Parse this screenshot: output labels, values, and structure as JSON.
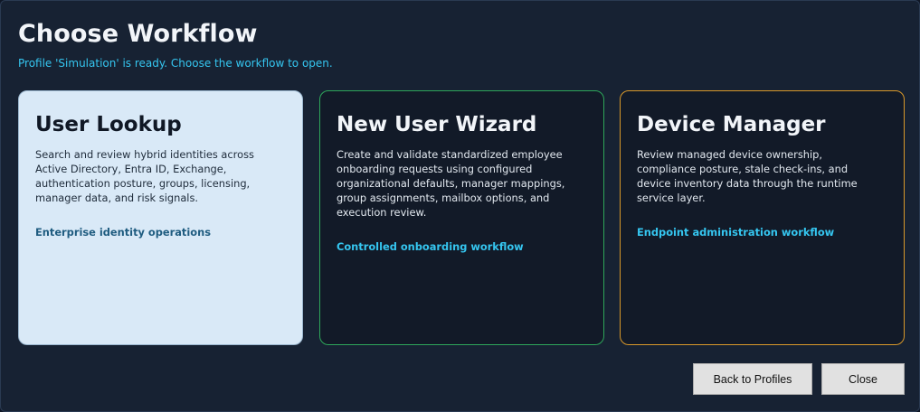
{
  "dialog": {
    "title": "Choose Workflow",
    "subtitle": "Profile 'Simulation' is ready. Choose the workflow to open."
  },
  "cards": [
    {
      "title": "User Lookup",
      "description": "Search and review hybrid identities across Active Directory, Entra ID, Exchange, authentication posture, groups, licensing, manager data, and risk signals.",
      "tag": "Enterprise identity operations",
      "accent": "#d9e9f7"
    },
    {
      "title": "New User Wizard",
      "description": "Create and validate standardized employee onboarding requests using configured organizational defaults, manager mappings, group assignments, mailbox options, and execution review.",
      "tag": "Controlled onboarding workflow",
      "accent": "#2ea65a"
    },
    {
      "title": "Device Manager",
      "description": "Review managed device ownership, compliance posture, stale check-ins, and device inventory data through the runtime service layer.",
      "tag": "Endpoint administration workflow",
      "accent": "#d8982a"
    }
  ],
  "buttons": {
    "back": "Back to Profiles",
    "close": "Close"
  }
}
